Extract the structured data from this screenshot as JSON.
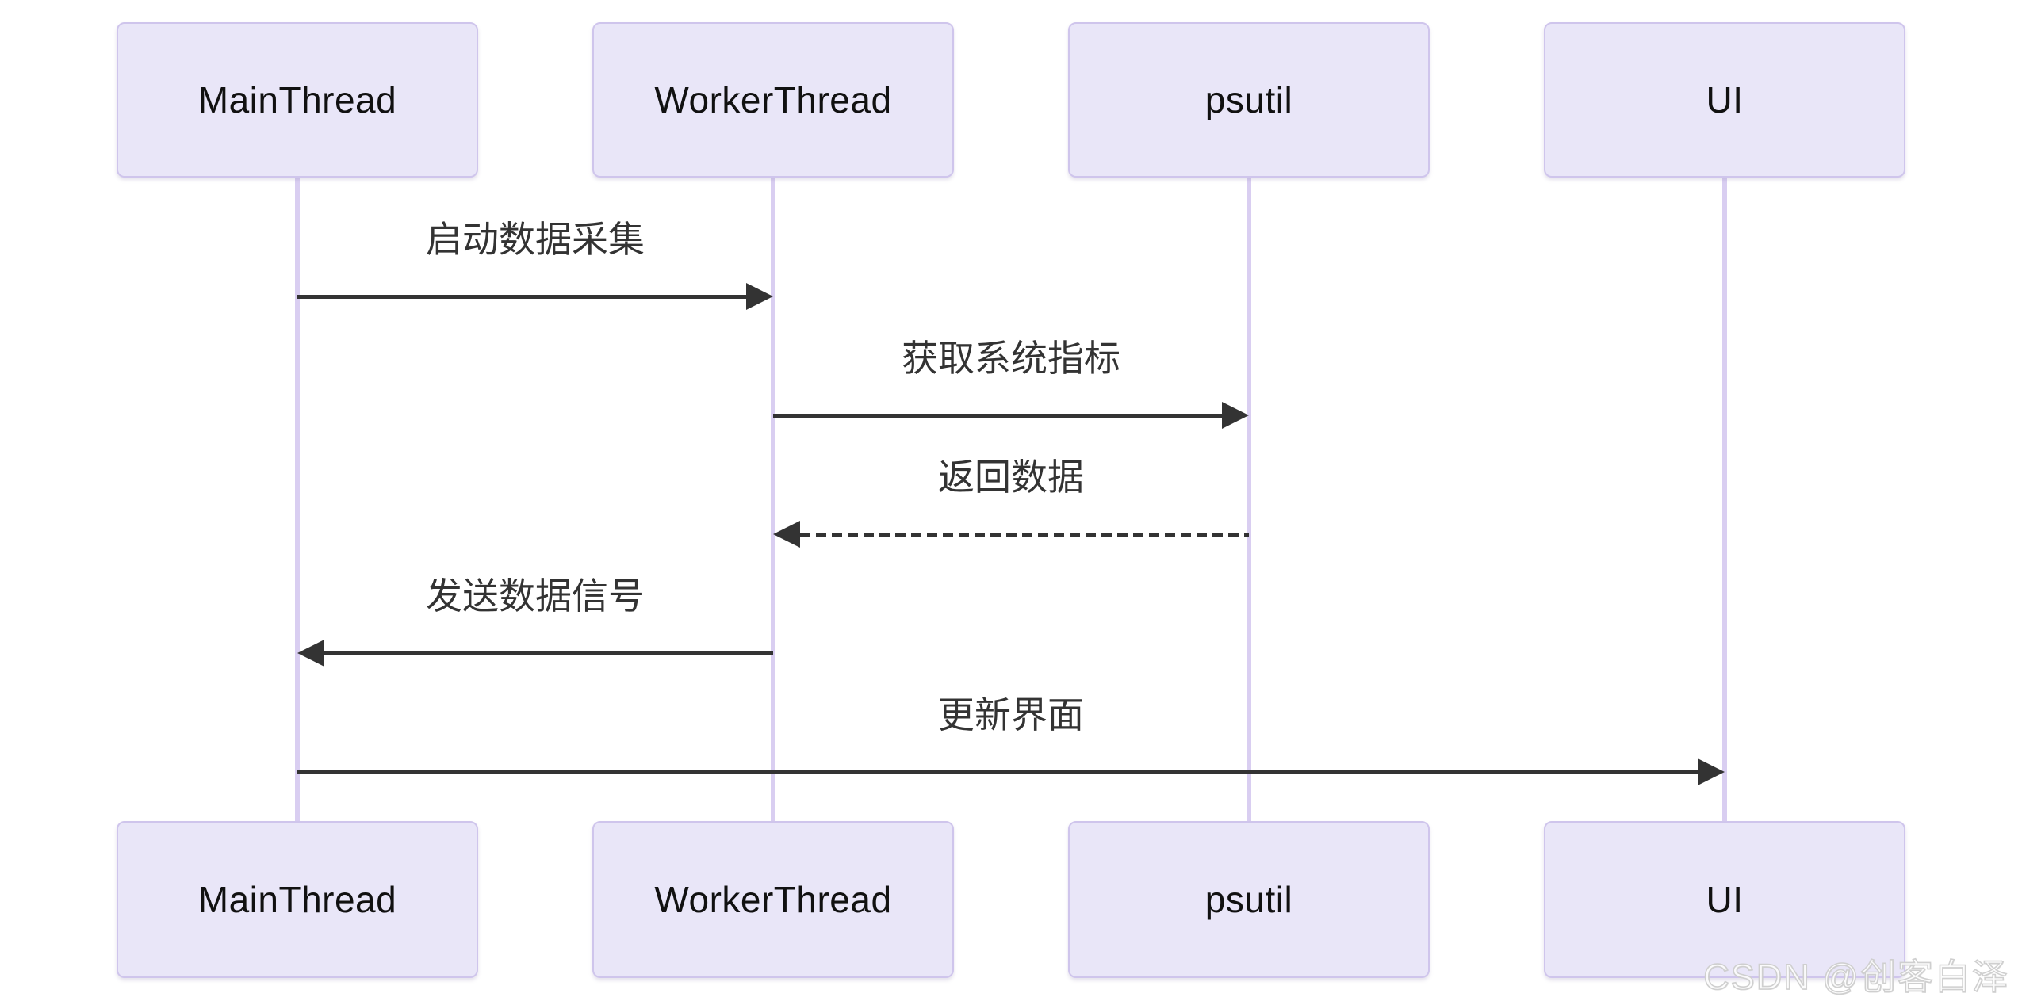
{
  "diagram": {
    "type": "sequence-diagram",
    "background": "#FFFFFF"
  },
  "participants": [
    {
      "name": "MainThread"
    },
    {
      "name": "WorkerThread"
    },
    {
      "name": "psutil"
    },
    {
      "name": "UI"
    }
  ],
  "messages": [
    {
      "label": "启动数据采集",
      "from": "MainThread",
      "to": "WorkerThread",
      "line": "solid",
      "direction": "right"
    },
    {
      "label": "获取系统指标",
      "from": "WorkerThread",
      "to": "psutil",
      "line": "solid",
      "direction": "right"
    },
    {
      "label": "返回数据",
      "from": "psutil",
      "to": "WorkerThread",
      "line": "dashed",
      "direction": "left"
    },
    {
      "label": "发送数据信号",
      "from": "WorkerThread",
      "to": "MainThread",
      "line": "solid",
      "direction": "left"
    },
    {
      "label": "更新界面",
      "from": "MainThread",
      "to": "UI",
      "line": "solid",
      "direction": "right"
    }
  ],
  "watermark": {
    "text": "CSDN @创客白泽"
  },
  "colors": {
    "actor_fill": "#E9E6F8",
    "actor_border": "#CFC5EC",
    "lifeline": "#D9CEF1",
    "arrow": "#333333",
    "label_text": "#333333",
    "actor_text": "#111111",
    "watermark": "#CFCFCF",
    "background": "#FFFFFF"
  }
}
